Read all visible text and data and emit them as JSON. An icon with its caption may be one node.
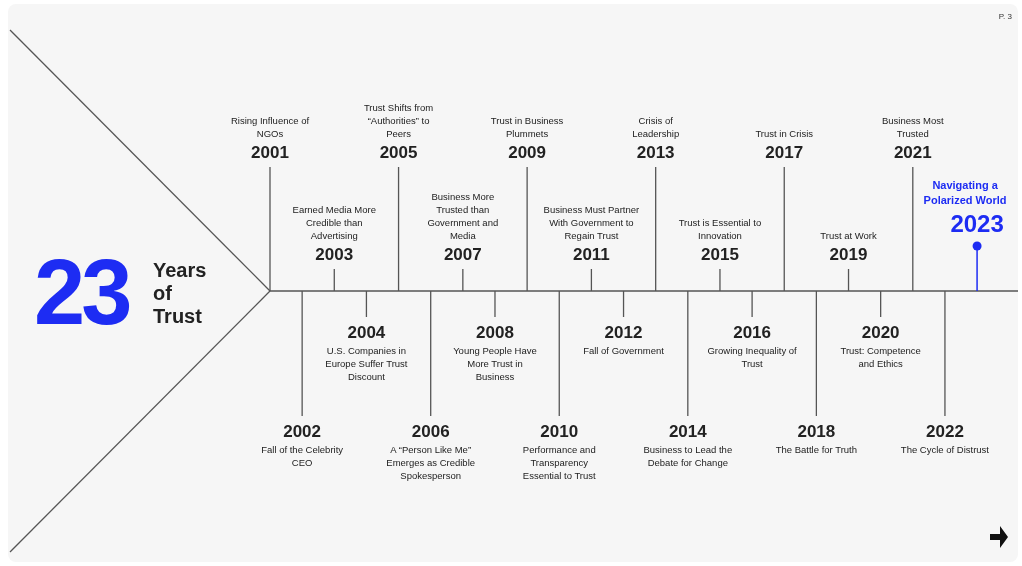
{
  "diagram": {
    "labels": [
      "P. 3",
      "23",
      "Years of Trust",
      "2001",
      "Rising Influence of NGOs",
      "2002",
      "Fall of the Celebrity CEO",
      "2003",
      "Earned Media More Credible than Advertising",
      "2004",
      "U.S. Companies in Europe Suffer Trust Discount",
      "2005",
      "Trust Shifts from “Authorities” to Peers",
      "2006",
      "A “Person Like Me” Emerges as Credible Spokesperson",
      "2007",
      "Business More Trusted than Government and Media",
      "2008",
      "Young People Have More Trust in Business",
      "2009",
      "Trust in Business Plummets",
      "2010",
      "Performance and Transparency Essential to Trust",
      "2011",
      "Business Must Partner With Government to Regain Trust",
      "2012",
      "Fall of Government",
      "2013",
      "Crisis of Leadership",
      "2014",
      "Business to Lead the Debate for Change",
      "2015",
      "Trust is Essential to Innovation",
      "2016",
      "Growing Inequality of Trust",
      "2017",
      "Trust in Crisis",
      "2018",
      "The Battle for Truth",
      "2019",
      "Trust at Work",
      "2020",
      "Trust: Competence and Ethics",
      "2021",
      "Business Most Trusted",
      "2022",
      "The Cycle of Distrust",
      "2023",
      "Navigating a Polarized World"
    ]
  }
}
